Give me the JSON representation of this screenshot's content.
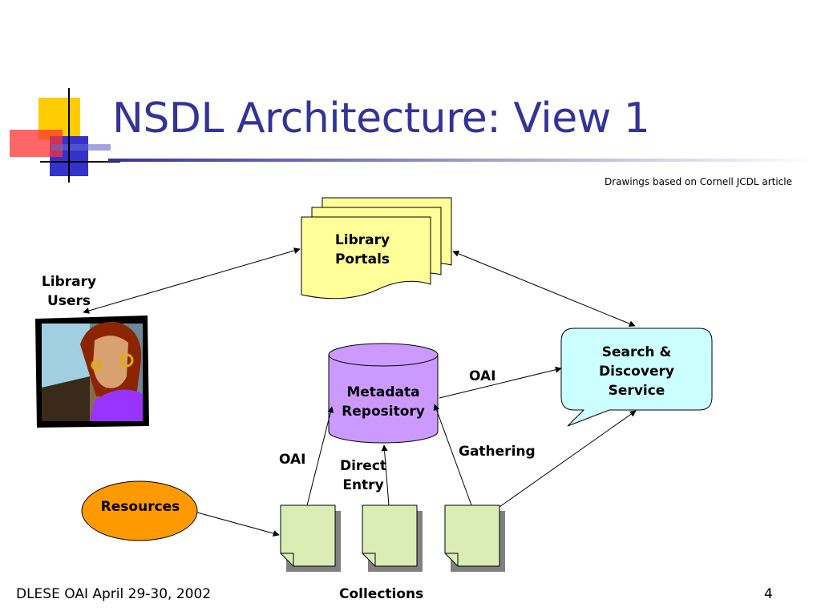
{
  "slide": {
    "title": "NSDL Architecture: View 1",
    "note": "Drawings based on Cornell JCDL article",
    "footer_left": "DLESE OAI April 29-30, 2002",
    "footer_center": "Collections",
    "page_number": "4"
  },
  "nodes": {
    "portals": "Library\nPortals",
    "users": "Library\nUsers",
    "search": "Search &\nDiscovery\nService",
    "repository": "Metadata\nRepository",
    "resources": "Resources"
  },
  "edges": {
    "oai_search": "OAI",
    "oai_left": "OAI",
    "direct_entry": "Direct\nEntry",
    "gathering": "Gathering"
  },
  "colors": {
    "title": "#333399",
    "portals_fill": "#ffff99",
    "search_fill": "#ccffff",
    "repository_fill": "#cc99ff",
    "resources_fill": "#ff9900",
    "collection_fill": "#d9edb5"
  }
}
